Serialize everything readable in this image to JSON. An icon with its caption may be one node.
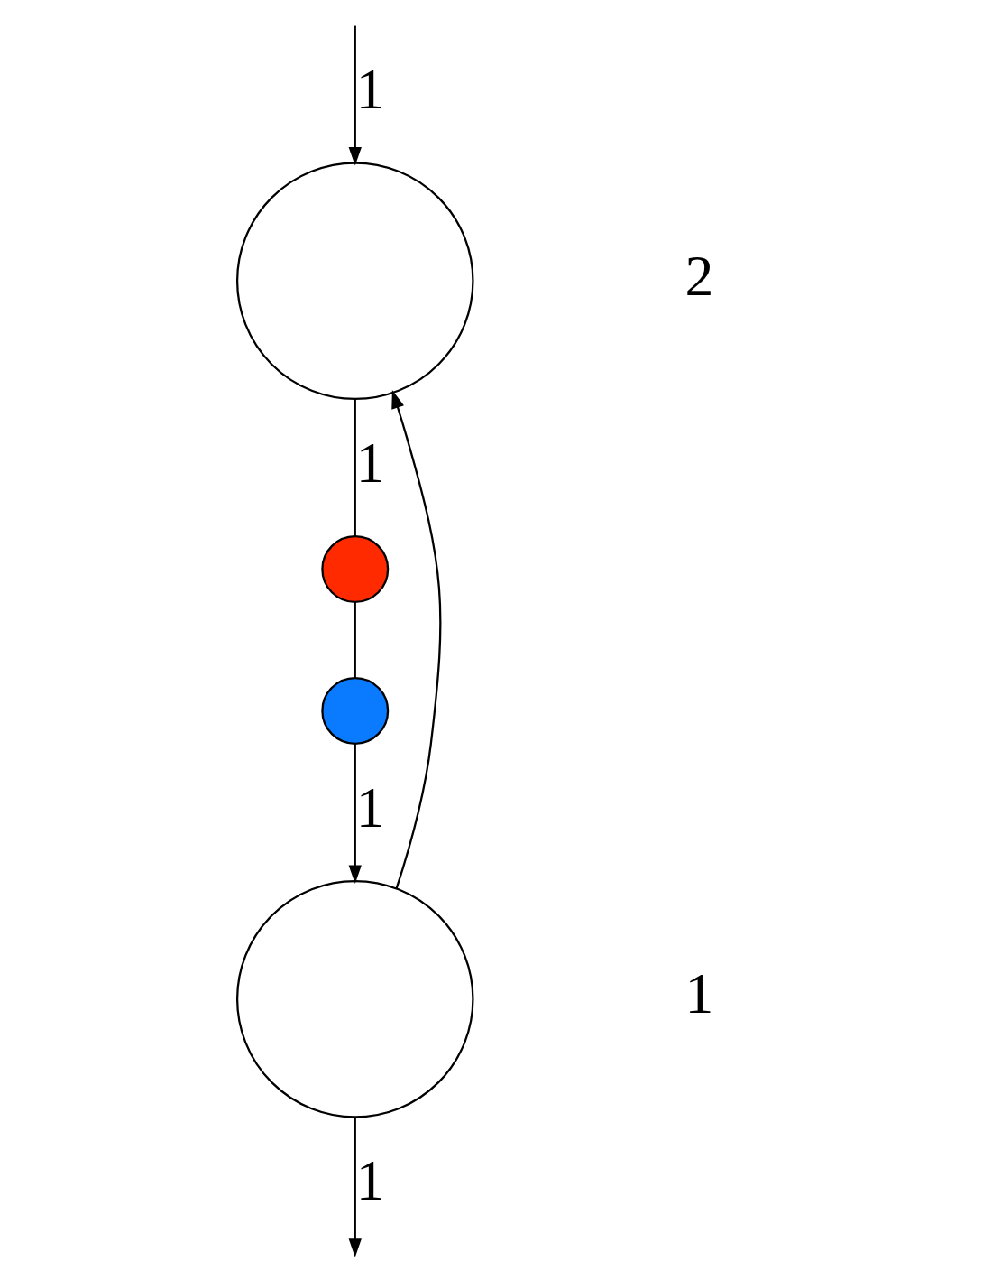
{
  "diagram": {
    "nodes": [
      {
        "text": [],
        "shape": "circle"
      },
      {
        "text": [],
        "shape": "circle"
      },
      {
        "text": [],
        "shape": "circle"
      },
      {
        "text": [],
        "shape": "circle"
      }
    ],
    "edges": [
      {
        "from": null,
        "to": 0,
        "arrow": "to",
        "label": "1"
      },
      {
        "from": 0,
        "to": 1,
        "arrow": "none",
        "label": "1"
      },
      {
        "from": 1,
        "to": 2,
        "arrow": "none"
      },
      {
        "from": 2,
        "to": 3,
        "arrow": "to",
        "label": "1"
      },
      {
        "from": 3,
        "to": 0,
        "arrow": "to"
      },
      {
        "from": 3,
        "to": null,
        "arrow": "to",
        "label": "1"
      }
    ],
    "labels": [
      "2",
      "1"
    ]
  }
}
